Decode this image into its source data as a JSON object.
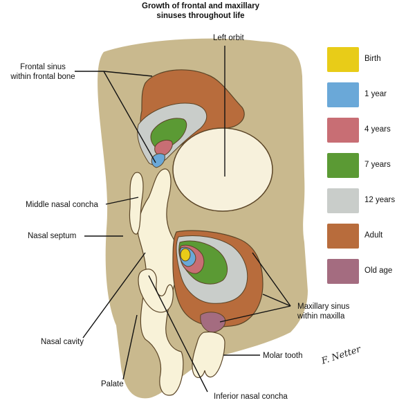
{
  "title_line1": "Growth of frontal and maxillary",
  "title_line2": "sinuses throughout life",
  "labels": {
    "left_orbit": "Left orbit",
    "frontal_sinus_l1": "Frontal sinus",
    "frontal_sinus_l2": "within frontal bone",
    "middle_concha": "Middle nasal concha",
    "nasal_septum": "Nasal septum",
    "nasal_cavity": "Nasal cavity",
    "palate": "Palate",
    "inferior_concha": "Inferior nasal concha",
    "maxillary_l1": "Maxillary sinus",
    "maxillary_l2": "within maxilla",
    "molar_tooth": "Molar tooth"
  },
  "legend": [
    {
      "label": "Birth",
      "color": "#e8cc18"
    },
    {
      "label": "1 year",
      "color": "#6aa8d8"
    },
    {
      "label": "4 years",
      "color": "#c86e74"
    },
    {
      "label": "7 years",
      "color": "#5b9a34"
    },
    {
      "label": "12 years",
      "color": "#c9cdca"
    },
    {
      "label": "Adult",
      "color": "#b86c3c"
    },
    {
      "label": "Old age",
      "color": "#a46c80"
    }
  ],
  "colors": {
    "bone": "#c9b98e",
    "orbit": "#f7f1dc",
    "cavity": "#f8f2d8",
    "outline": "#5a4426"
  }
}
